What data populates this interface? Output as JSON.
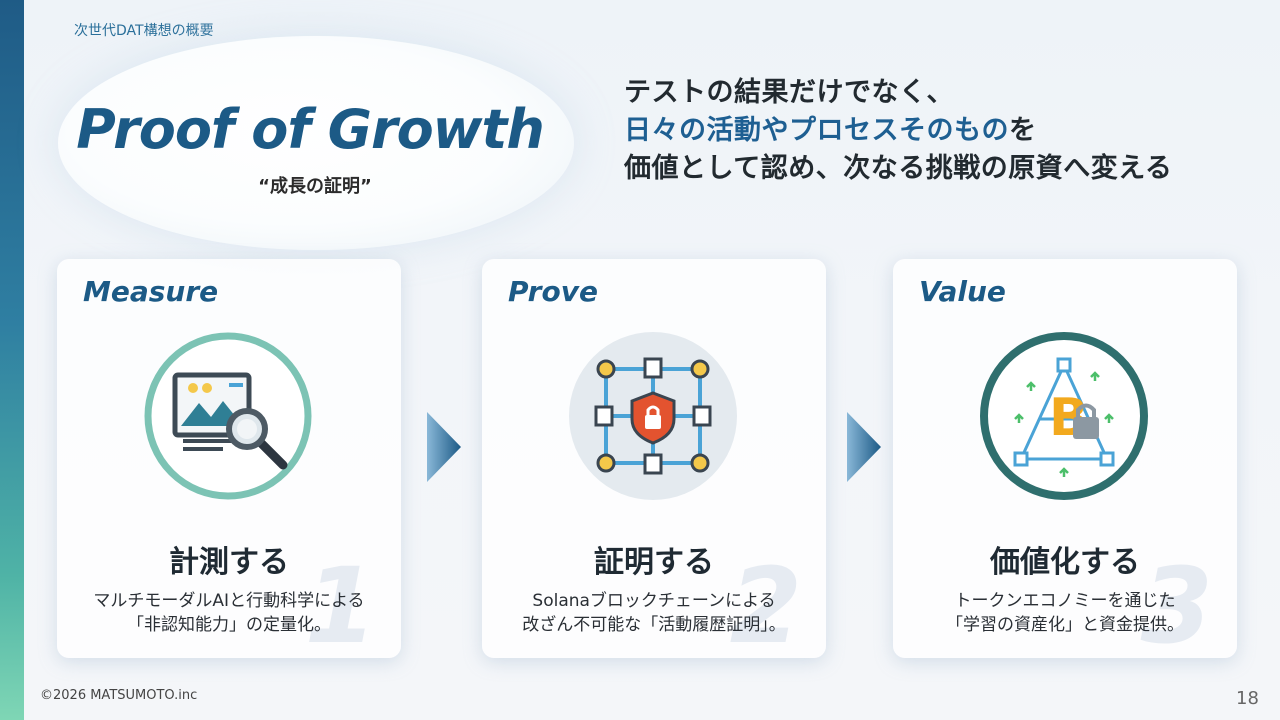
{
  "section_label": "次世代DAT構想の概要",
  "hero": {
    "title": "Proof of Growth",
    "subtitle": "“成長の証明”"
  },
  "tagline": {
    "line1": "テストの結果だけでなく、",
    "line2_accent": "日々の活動やプロセスそのもの",
    "line2_rest": "を",
    "line3": "価値として認め、次なる挑戦の原資へ変える"
  },
  "cards": [
    {
      "heading": "Measure",
      "icon": "image-magnifier-icon",
      "title": "計測する",
      "desc1": "マルチモーダルAIと行動科学による",
      "desc2": "「非認知能力」の定量化。",
      "number": "1"
    },
    {
      "heading": "Prove",
      "icon": "blockchain-shield-icon",
      "title": "証明する",
      "desc1": "Solanaブロックチェーンによる",
      "desc2": "改ざん不可能な「活動履歴証明」。",
      "number": "2"
    },
    {
      "heading": "Value",
      "icon": "bitcoin-lock-icon",
      "title": "価値化する",
      "desc1": "トークンエコノミーを通じた",
      "desc2": "「学習の資産化」と資金提供。",
      "number": "3"
    }
  ],
  "footer": "©2026 MATSUMOTO.inc",
  "page_number": "18",
  "colors": {
    "accent_blue": "#1c5a86",
    "teal": "#7cc3b4",
    "dark_teal": "#2f6f6e"
  }
}
